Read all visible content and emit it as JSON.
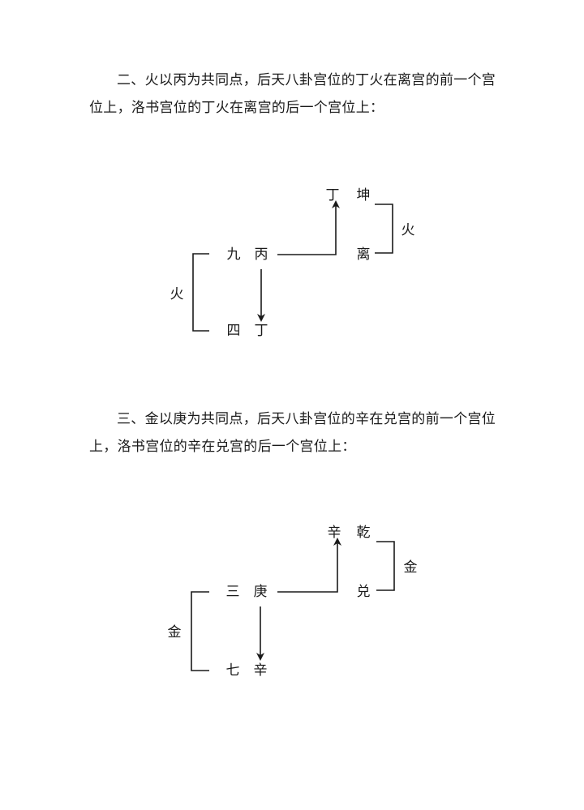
{
  "sections": [
    {
      "paragraph": "二、火以丙为共同点，后天八卦宫位的丁火在离宫的前一个宫位上，洛书宫位的丁火在离宫的后一个宫位上：",
      "diagram": {
        "top_left": "丁",
        "top_right": "坤",
        "mid_right": "离",
        "right_bracket_label": "火",
        "mid_left_number": "九",
        "mid_left_stem": "丙",
        "bottom_number": "四",
        "bottom_stem": "丁",
        "left_bracket_label": "火"
      }
    },
    {
      "paragraph": "三、金以庚为共同点，后天八卦宫位的辛在兑宫的前一个宫位上，洛书宫位的辛在兑宫的后一个宫位上：",
      "diagram": {
        "top_left": "辛",
        "top_right": "乾",
        "mid_right": "兑",
        "right_bracket_label": "金",
        "mid_left_number": "三",
        "mid_left_stem": "庚",
        "bottom_number": "七",
        "bottom_stem": "辛",
        "left_bracket_label": "金"
      }
    }
  ]
}
